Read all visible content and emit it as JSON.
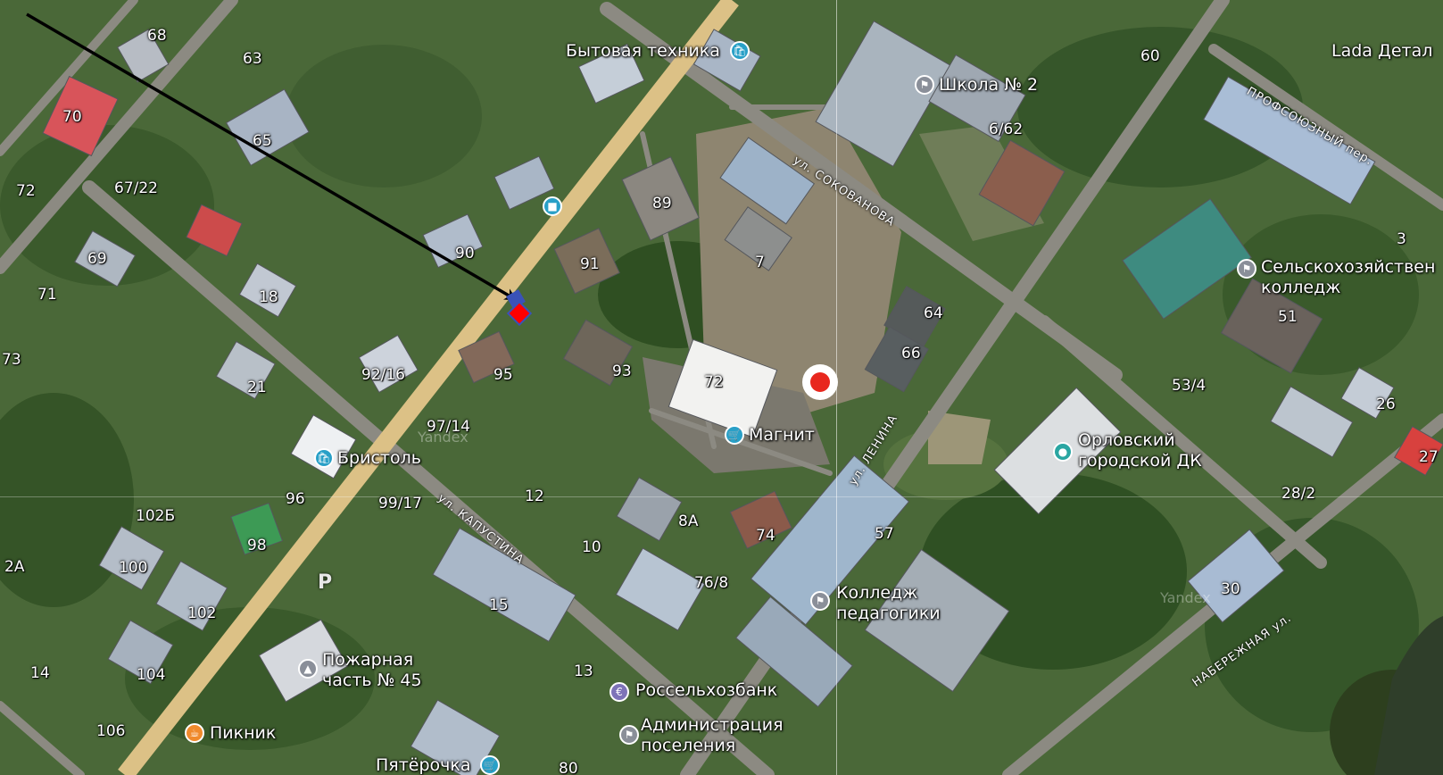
{
  "colors": {
    "ground": "#4c6b3a",
    "road": "#8d8a80",
    "main_road": "#e8c88a",
    "arrow": "#000000",
    "marker_red": "#e8271e",
    "diamond_fill": "#ff0000",
    "diamond_border": "#3a52b8"
  },
  "house_numbers": [
    "68",
    "63",
    "70",
    "72",
    "67/22",
    "65",
    "60",
    "6/62",
    "89",
    "69",
    "90",
    "91",
    "7",
    "71",
    "18",
    "64",
    "51",
    "3",
    "73",
    "66",
    "92/16",
    "21",
    "95",
    "93",
    "72",
    "53/4",
    "26",
    "27",
    "97/14",
    "12",
    "28/2",
    "102Б",
    "96",
    "99/17",
    "8А",
    "74",
    "57",
    "98",
    "100",
    "10",
    "2А",
    "76/8",
    "30",
    "15",
    "102",
    "104",
    "14",
    "13",
    "106",
    "80"
  ],
  "poi": {
    "appliances": "Бытовая техника",
    "school": "Школа № 2",
    "lada": "Lada Детал",
    "college_agro": "Сельскохозяйствен",
    "college_agro_2": "колледж",
    "magnit": "Магнит",
    "dk": "Орловский",
    "dk_2": "городской ДК",
    "bristol": "Бристоль",
    "pedcollege": "Колледж",
    "pedcollege_2": "педагогики",
    "fire": "Пожарная",
    "fire_2": "часть № 45",
    "bank": "Россельхозбанк",
    "admin": "Администрация",
    "admin_2": "поселения",
    "piknik": "Пикник",
    "pyaterochka": "Пятёрочка"
  },
  "streets": {
    "sokovanova": "ул. СОКОВАНОВА",
    "profsoyuzny": "ПРОФСОЮЗНЫЙ пер.",
    "lenina": "ул. ЛЕНИНА",
    "kapustina": "ул. КАПУСТИНА",
    "naberezhnaya": "НАБЕРЕЖНАЯ ул."
  },
  "parking_symbol": "P",
  "watermark": "Yandex",
  "icons": [
    "shop-icon",
    "school-icon",
    "bus-stop-icon",
    "shop-icon",
    "theater-icon",
    "college-icon",
    "fire-station-icon",
    "bank-icon",
    "flag-icon",
    "cafe-icon",
    "shop-icon",
    "location-marker-icon",
    "red-diamond-icon",
    "arrow-pointer"
  ]
}
